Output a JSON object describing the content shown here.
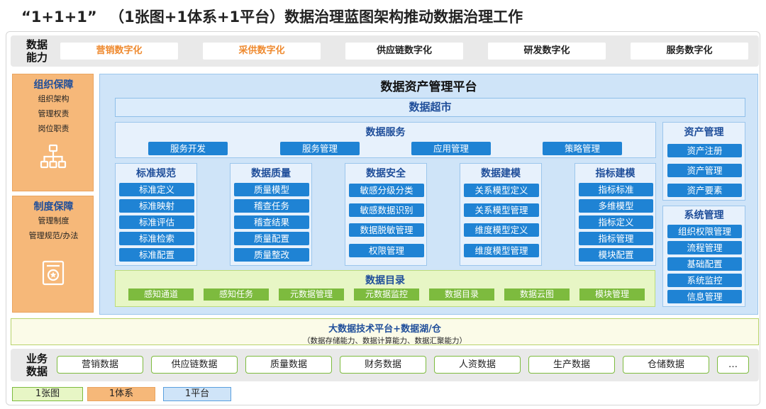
{
  "title": {
    "quote": "“1+1+1”",
    "main": "（1张图+1体系+1平台）数据治理蓝图架构推动数据治理工作"
  },
  "capability": {
    "label": "数据\n能力",
    "items": [
      {
        "label": "营销数字化",
        "color": "#ef8a2f"
      },
      {
        "label": "采供数字化",
        "color": "#ef8a2f"
      },
      {
        "label": "供应链数字化",
        "color": "#222222"
      },
      {
        "label": "研发数字化",
        "color": "#222222"
      },
      {
        "label": "服务数字化",
        "color": "#222222"
      }
    ]
  },
  "org": {
    "title": "组织保障",
    "items": [
      "组织架构",
      "管理权责",
      "岗位职责"
    ],
    "icon": "org-chart-icon"
  },
  "system": {
    "title": "制度保障",
    "items": [
      "管理制度",
      "管理规范/办法"
    ],
    "icon": "certificate-icon"
  },
  "platform": {
    "title": "数据资产管理平台",
    "market": "数据超市",
    "service": {
      "title": "数据服务",
      "items": [
        "服务开发",
        "服务管理",
        "应用管理",
        "策略管理"
      ]
    },
    "modules": [
      {
        "title": "标准规范",
        "items": [
          "标准定义",
          "标准映射",
          "标准评估",
          "标准检索",
          "标准配置"
        ]
      },
      {
        "title": "数据质量",
        "items": [
          "质量模型",
          "稽查任务",
          "稽查结果",
          "质量配置",
          "质量整改"
        ]
      },
      {
        "title": "数据安全",
        "items": [
          "敏感分级分类",
          "敏感数据识别",
          "数据脱敏管理",
          "权限管理"
        ]
      },
      {
        "title": "数据建模",
        "items": [
          "关系模型定义",
          "关系模型管理",
          "维度模型定义",
          "维度模型管理"
        ]
      },
      {
        "title": "指标建模",
        "items": [
          "指标标准",
          "多维模型",
          "指标定义",
          "指标管理",
          "模块配置"
        ]
      }
    ],
    "catalog": {
      "title": "数据目录",
      "items": [
        "感知通道",
        "感知任务",
        "元数据管理",
        "元数据监控",
        "数据目录",
        "数据云图",
        "模块管理"
      ]
    },
    "asset": {
      "title": "资产管理",
      "items": [
        "资产注册",
        "资产管理",
        "资产要素"
      ]
    },
    "sysmgmt": {
      "title": "系统管理",
      "items": [
        "组织权限管理",
        "流程管理",
        "基础配置",
        "系统监控",
        "信息管理"
      ]
    }
  },
  "bigdata": {
    "title": "大数据技术平台+数据湖/仓",
    "subtitle": "（数据存储能力、数据计算能力、数据汇聚能力）"
  },
  "business": {
    "label": "业务\n数据",
    "items": [
      "营销数据",
      "供应链数据",
      "质量数据",
      "财务数据",
      "人资数据",
      "生产数据",
      "仓储数据",
      "…"
    ]
  },
  "legend": [
    {
      "label": "1张图",
      "color": "#e7f6c5",
      "border": "#7dbb3e"
    },
    {
      "label": "1体系",
      "color": "#f6b879",
      "border": "#e9a460"
    },
    {
      "label": "1平台",
      "color": "#cfe4f8",
      "border": "#5aa0de"
    }
  ]
}
